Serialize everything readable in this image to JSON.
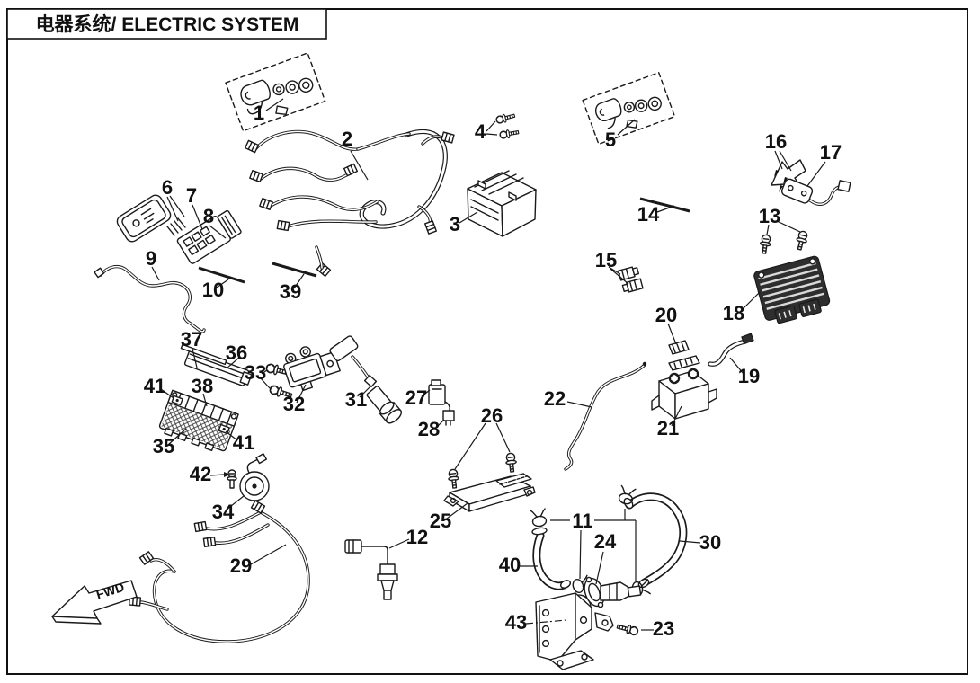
{
  "title": {
    "text": "电器系统/ ELECTRIC SYSTEM"
  },
  "direction_marker": {
    "label": "FWD"
  },
  "colors": {
    "line": "#1a1a1a",
    "dark_fill": "#2e2e2e",
    "background": "#ffffff"
  },
  "labels": {
    "p1": "1",
    "p2": "2",
    "p3": "3",
    "p4": "4",
    "p5": "5",
    "p6": "6",
    "p7": "7",
    "p8": "8",
    "p9": "9",
    "p10": "10",
    "p11": "11",
    "p12": "12",
    "p13": "13",
    "p14": "14",
    "p15": "15",
    "p16": "16",
    "p17": "17",
    "p18": "18",
    "p19": "19",
    "p20": "20",
    "p21": "21",
    "p22": "22",
    "p23": "23",
    "p24": "24",
    "p25": "25",
    "p26": "26",
    "p27": "27",
    "p28": "28",
    "p29": "29",
    "p30": "30",
    "p31": "31",
    "p32": "32",
    "p33": "33",
    "p34": "34",
    "p35": "35",
    "p36": "36",
    "p37": "37",
    "p38": "38",
    "p39": "39",
    "p40": "40",
    "p41a": "41",
    "p41b": "41",
    "p42": "42",
    "p43": "43"
  }
}
